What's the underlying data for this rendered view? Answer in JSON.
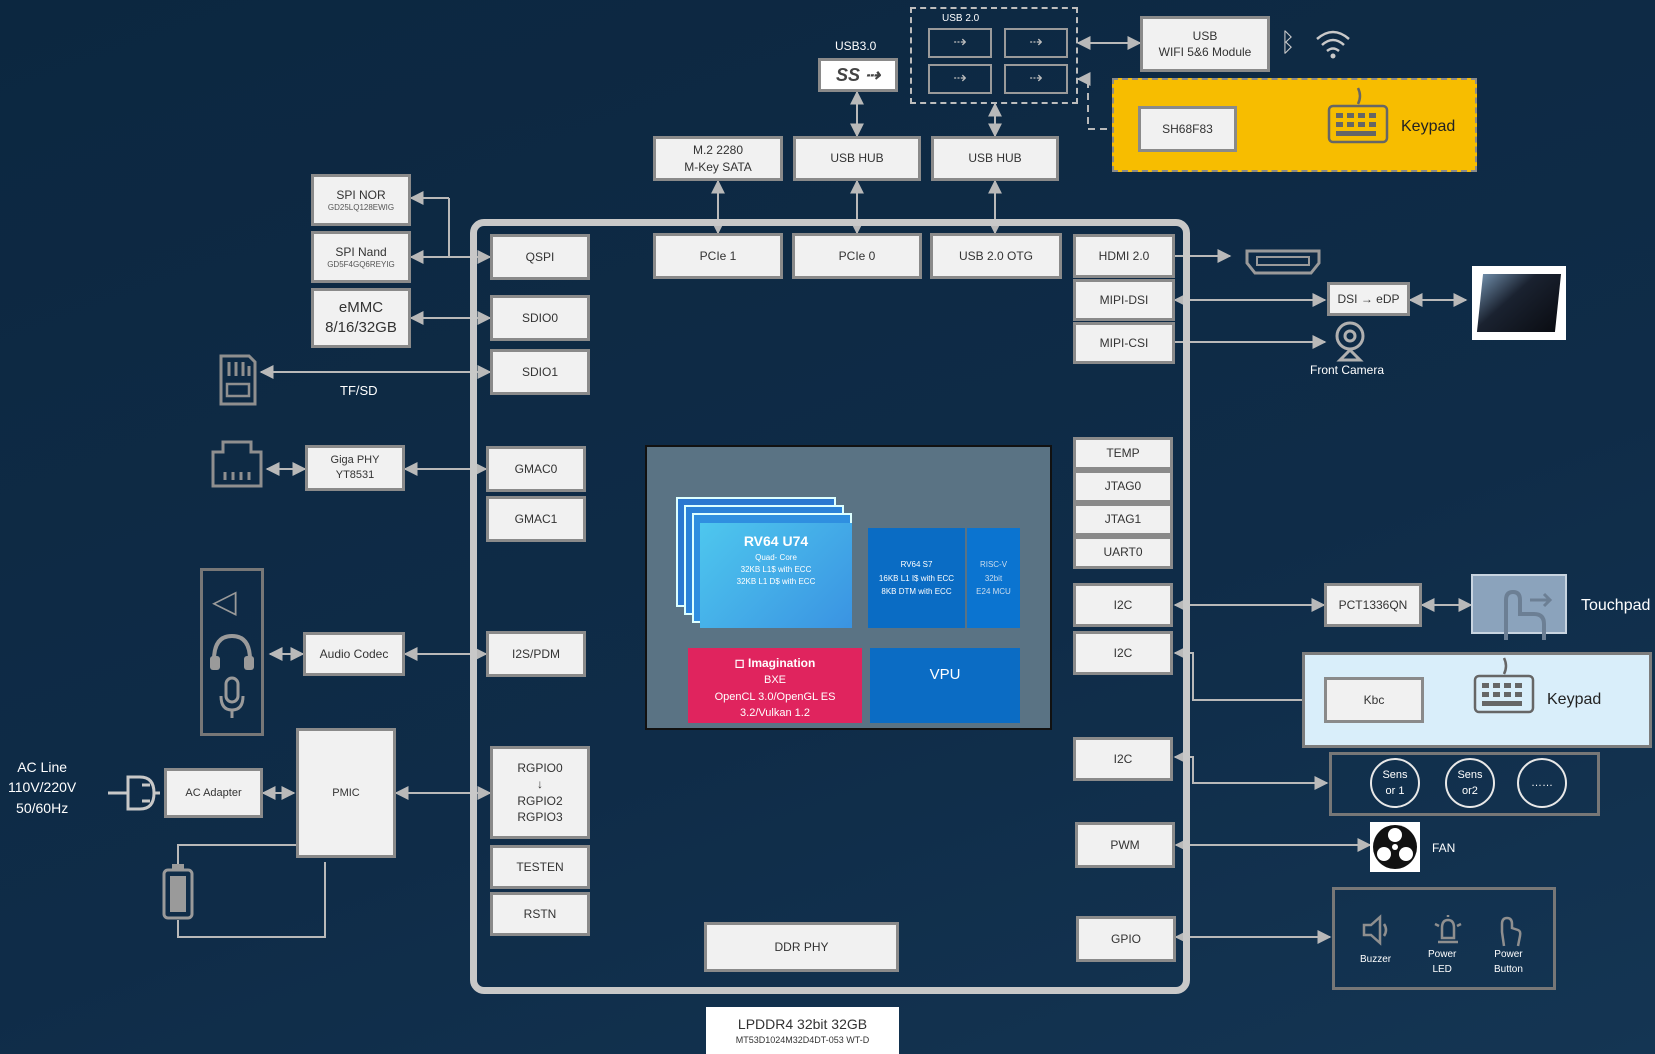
{
  "colors": {
    "background": "#0e2a45",
    "box_fill": "#f1f1f1",
    "box_border": "#8a8a8a",
    "soc_border": "#c8c8c8",
    "wire": "#b9b9b9",
    "keypad_top_fill": "#f7bd00",
    "keypad_bottom_fill": "#d9eefa",
    "cpu_blue": "#2b86d9",
    "gpu_red": "#e0245e",
    "vpu_blue": "#0b6cc4"
  },
  "usb": {
    "usb30_label": "USB3.0",
    "usb20_label": "USB 2.0",
    "wifi_module_line1": "USB",
    "wifi_module_line2": "WIFI 5&6 Module",
    "hub1": "USB HUB",
    "hub2": "USB HUB"
  },
  "keypad_top": {
    "chip": "SH68F83",
    "label": "Keypad"
  },
  "m2": {
    "line1": "M.2 2280",
    "line2": "M-Key SATA"
  },
  "storage": {
    "spi_nor": "SPI NOR",
    "spi_nor_part": "GD25LQ128EWIG",
    "spi_nand": "SPI Nand",
    "spi_nand_part": "GD5F4GQ6REYIG",
    "emmc_line1": "eMMC",
    "emmc_line2": "8/16/32GB",
    "tfsd": "TF/SD"
  },
  "network": {
    "phy_line1": "Giga PHY",
    "phy_line2": "YT8531"
  },
  "audio": {
    "codec": "Audio Codec"
  },
  "power": {
    "ac_line1": "AC Line",
    "ac_line2": "110V/220V",
    "ac_line3": "50/60Hz",
    "adapter": "AC Adapter",
    "pmic": "PMIC"
  },
  "soc_left": {
    "qspi": "QSPI",
    "sdio0": "SDIO0",
    "sdio1": "SDIO1",
    "gmac0": "GMAC0",
    "gmac1": "GMAC1",
    "i2s": "I2S/PDM",
    "rgpio_line1": "RGPIO0",
    "rgpio_arrow": "↓",
    "rgpio_line2": "RGPIO2",
    "rgpio_line3": "RGPIO3",
    "testen": "TESTEN",
    "rstn": "RSTN"
  },
  "soc_top": {
    "pcie1": "PCIe 1",
    "pcie0": "PCIe 0",
    "usb_otg": "USB 2.0 OTG"
  },
  "soc_right": {
    "hdmi": "HDMI 2.0",
    "mipi_dsi": "MIPI-DSI",
    "mipi_csi": "MIPI-CSI",
    "temp": "TEMP",
    "jtag0": "JTAG0",
    "jtag1": "JTAG1",
    "uart0": "UART0",
    "i2c_1": "I2C",
    "i2c_2": "I2C",
    "i2c_3": "I2C",
    "pwm": "PWM",
    "gpio": "GPIO"
  },
  "soc_bottom": {
    "ddr_phy": "DDR PHY",
    "lpddr": "LPDDR4 32bit 32GB",
    "lpddr_part": "MT53D1024M32D4DT-053 WT-D"
  },
  "cpu": {
    "title": "RV64 U74",
    "line1": "Quad- Core",
    "line2": "32KB L1$ with ECC",
    "line3": "32KB L1 D$  with ECC"
  },
  "s7": {
    "line1": "RV64 S7",
    "line2": "16KB L1 I$ with ECC",
    "line3": "8KB DTM  with ECC"
  },
  "mcu": {
    "line1": "RISC-V",
    "line2": "32bit",
    "line3": "E24 MCU"
  },
  "gpu": {
    "brand": "Imagination",
    "line1": "BXE",
    "line2": "OpenCL 3.0/OpenGL ES",
    "line3": "3.2/Vulkan 1.2"
  },
  "vpu": {
    "label": "VPU"
  },
  "display": {
    "dsi_edp": "DSI → eDP",
    "front_camera": "Front Camera"
  },
  "touch": {
    "chip": "PCT1336QN",
    "label": "Touchpad"
  },
  "keypad_bottom": {
    "chip": "Kbc",
    "label": "Keypad"
  },
  "sensors": {
    "s1_line1": "Sens",
    "s1_line2": "or 1",
    "s2_line1": "Sens",
    "s2_line2": "or2",
    "more": "……"
  },
  "fan": {
    "label": "FAN"
  },
  "gpio_panel": {
    "buzzer": "Buzzer",
    "power_led_line1": "Power",
    "power_led_line2": "LED",
    "power_button_line1": "Power",
    "power_button_line2": "Button"
  }
}
